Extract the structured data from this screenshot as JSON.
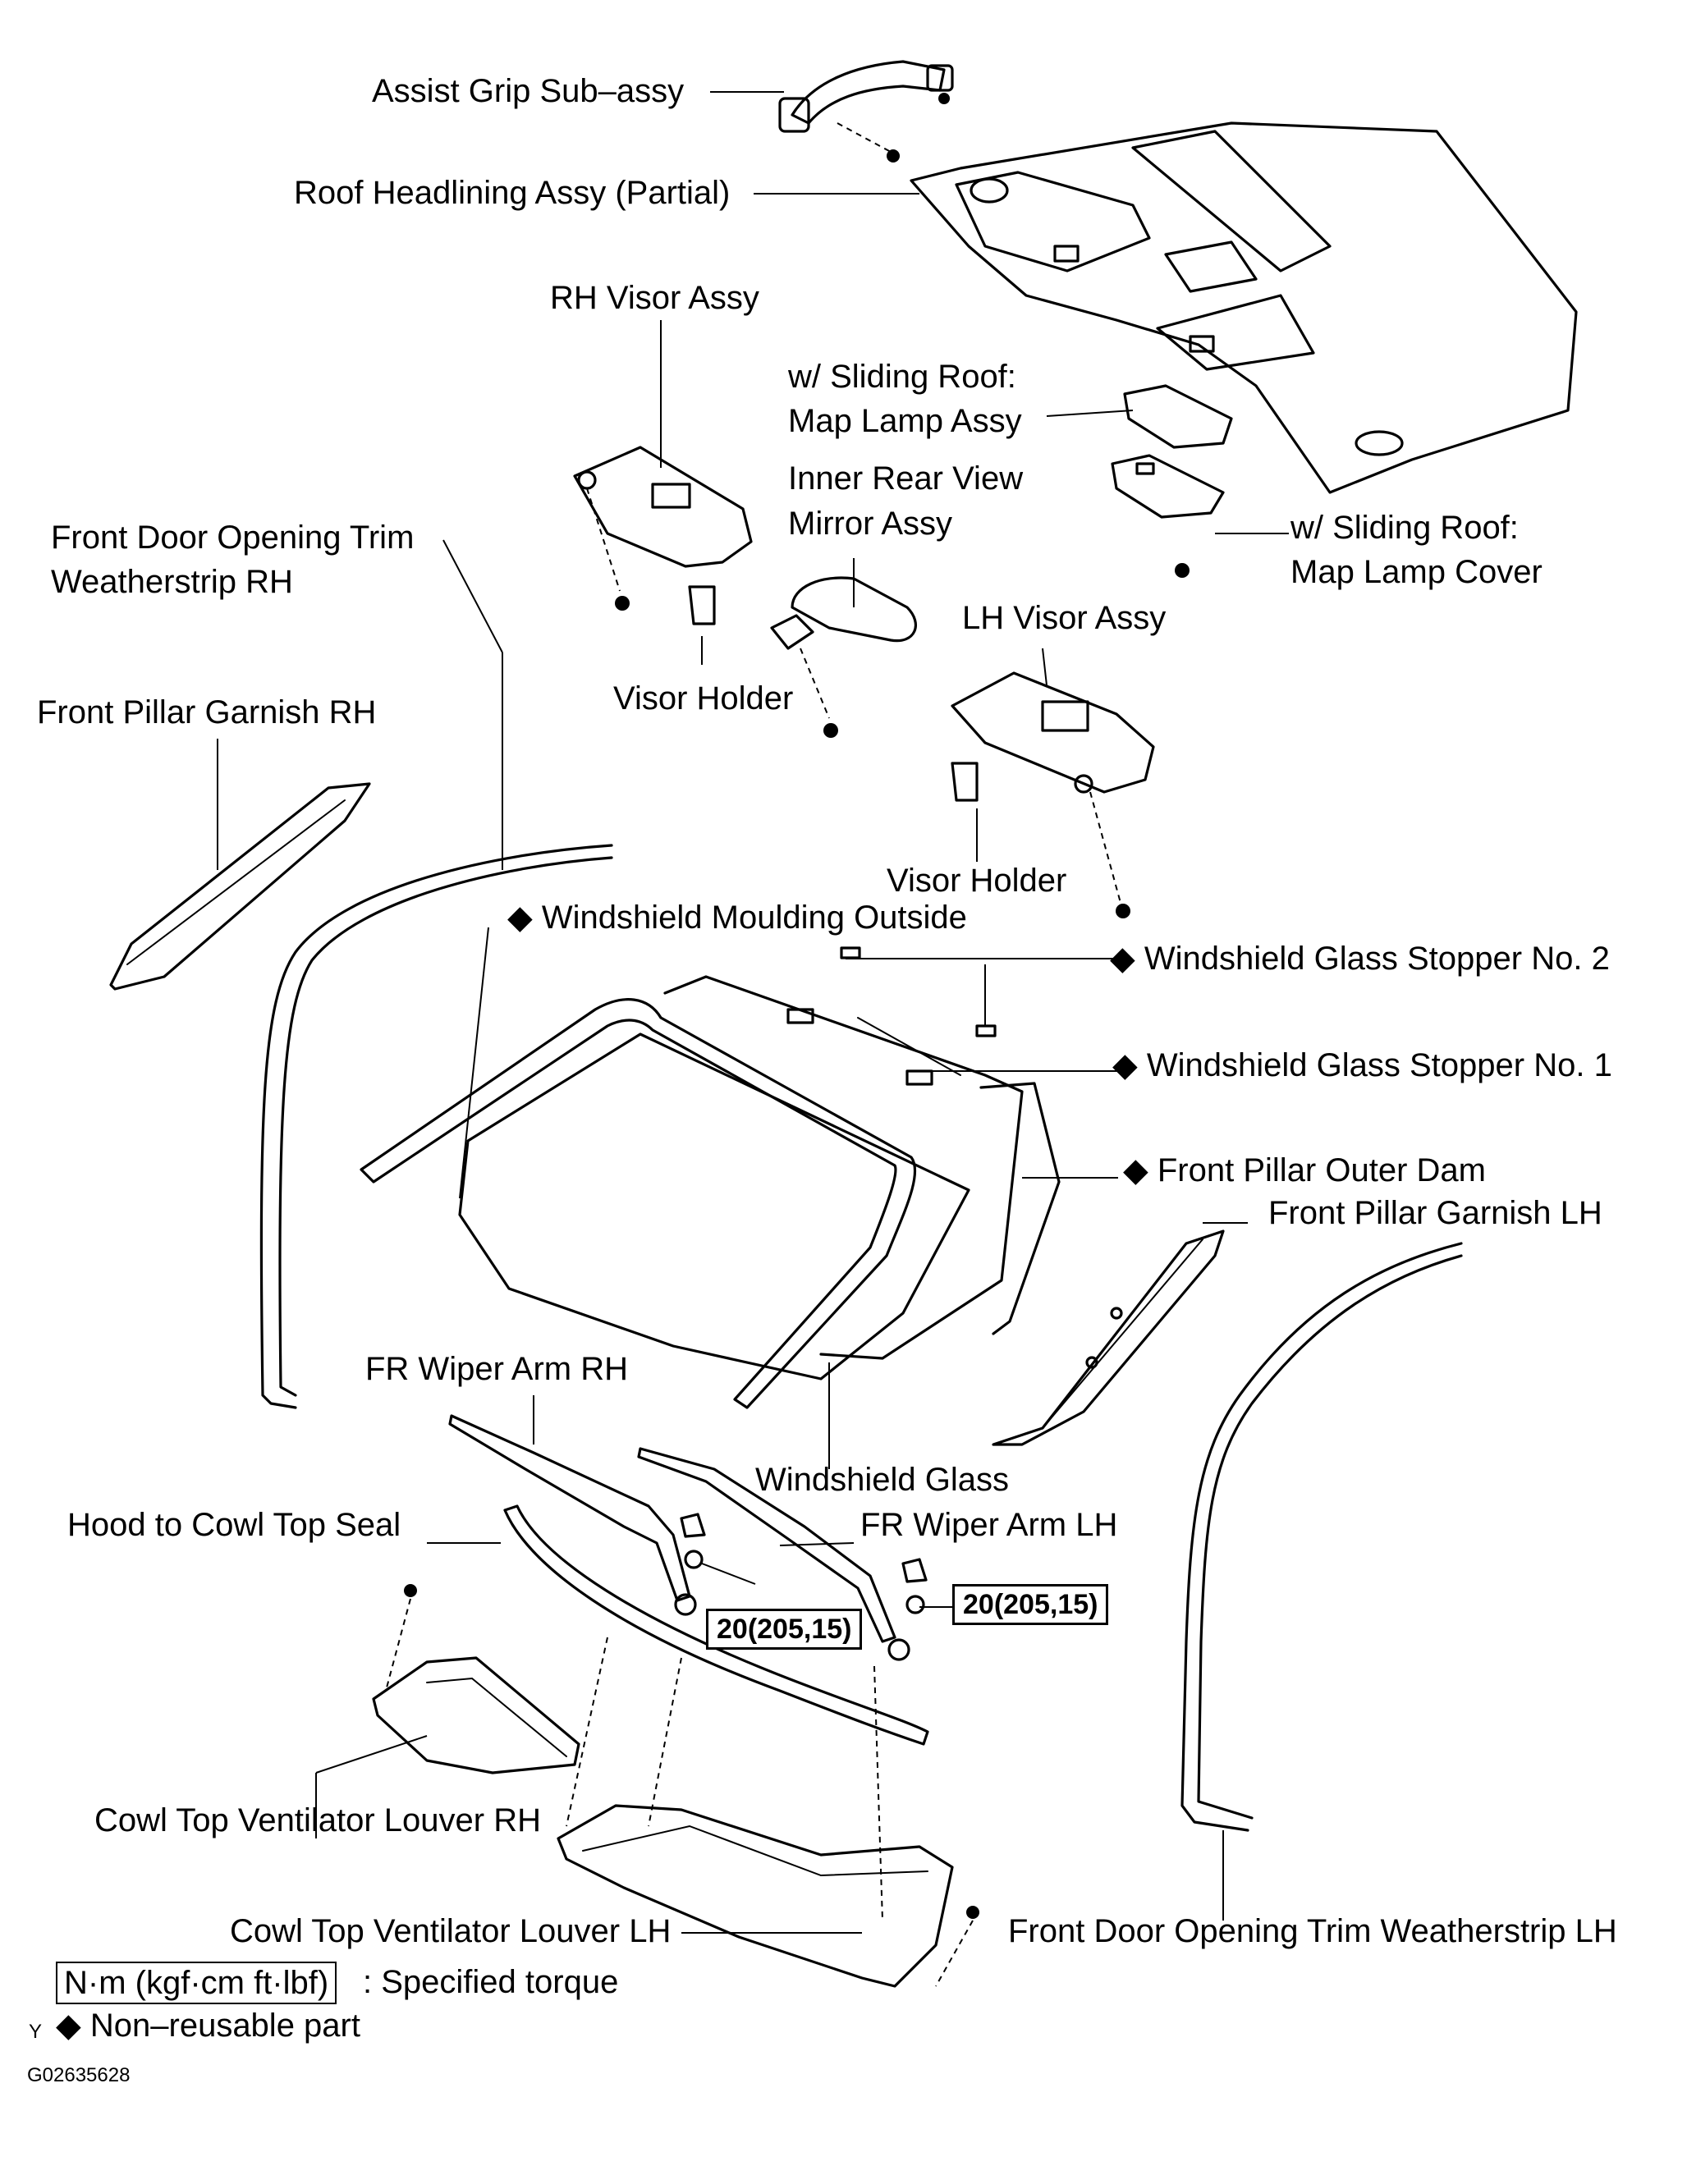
{
  "labels": {
    "assist_grip": "Assist Grip Sub–assy",
    "roof_headlining": "Roof Headlining Assy (Partial)",
    "rh_visor": "RH Visor Assy",
    "map_lamp_assy": [
      "w/ Sliding Roof:",
      "Map Lamp Assy"
    ],
    "inner_mirror": [
      "Inner Rear View",
      "Mirror Assy"
    ],
    "map_lamp_cover": [
      "w/ Sliding Roof:",
      "Map Lamp Cover"
    ],
    "front_door_trim_rh": [
      "Front Door Opening Trim",
      "Weatherstrip RH"
    ],
    "lh_visor": "LH Visor Assy",
    "visor_holder_1": "Visor Holder",
    "visor_holder_2": "Visor Holder",
    "front_pillar_garnish_rh": "Front Pillar Garnish RH",
    "windshield_moulding": "◆ Windshield Moulding Outside",
    "glass_stopper_2": "◆ Windshield Glass Stopper No. 2",
    "glass_stopper_1": "◆ Windshield Glass Stopper No. 1",
    "front_pillar_dam": "◆ Front Pillar Outer Dam",
    "front_pillar_garnish_lh": "Front Pillar Garnish LH",
    "fr_wiper_rh": "FR Wiper Arm RH",
    "windshield_glass": "Windshield Glass",
    "hood_cowl_seal": "Hood to Cowl Top Seal",
    "fr_wiper_lh": "FR Wiper Arm LH",
    "cowl_louver_rh": "Cowl Top Ventilator Louver RH",
    "cowl_louver_lh": "Cowl Top Ventilator Louver LH",
    "front_door_trim_lh": "Front Door Opening Trim Weatherstrip LH"
  },
  "torque": {
    "rh": "20(205,15)",
    "lh": "20(205,15)"
  },
  "legend": {
    "torque_box": "N·m (kgf·cm ft·lbf)",
    "torque_text": ": Specified torque",
    "y_mark": "Y",
    "nonreusable": "◆ Non–reusable part"
  },
  "figure_code": "G02635628"
}
